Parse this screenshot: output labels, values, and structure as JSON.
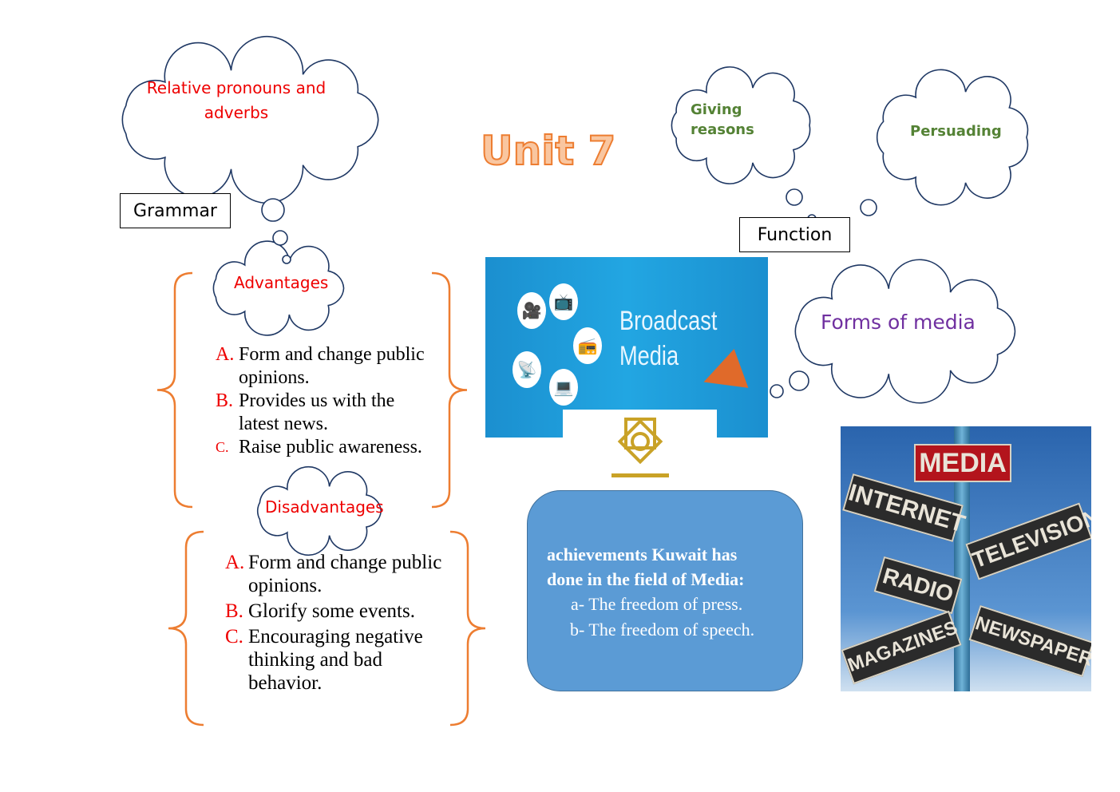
{
  "title": "Unit 7",
  "grammar": {
    "label": "Grammar",
    "cloud_text": [
      "Relative pronouns and",
      "adverbs"
    ]
  },
  "function": {
    "label": "Function",
    "clouds": [
      [
        "Giving",
        "reasons"
      ],
      [
        "Persuading"
      ]
    ]
  },
  "forms_of_media": "Forms of media",
  "broadcast_image": {
    "line1": "Broadcast",
    "line2": "Media"
  },
  "advantages": {
    "heading": "Advantages",
    "items": [
      {
        "marker": "A.",
        "text": "Form and change public",
        "cont": "opinions."
      },
      {
        "marker": "B.",
        "text": "Provides us with the",
        "cont": "latest news."
      },
      {
        "marker": "C.",
        "text": "Raise public awareness.",
        "cont": ""
      }
    ]
  },
  "disadvantages": {
    "heading": "Disadvantages",
    "items": [
      {
        "marker": "A.",
        "text": "Form and change public",
        "cont": "opinions."
      },
      {
        "marker": "B.",
        "text": "Glorify some events.",
        "cont": ""
      },
      {
        "marker": "C.",
        "text": "Encouraging negative",
        "cont": "thinking and bad",
        "cont2": "behavior."
      }
    ]
  },
  "achievements": {
    "heading1": "achievements Kuwait has",
    "heading2": "done in the field of Media:",
    "items": [
      "a-  The freedom of press.",
      "b- The freedom of speech."
    ]
  },
  "media_signpost": {
    "top": "MEDIA",
    "signs": [
      "INTERNET",
      "TELEVISION",
      "RADIO",
      "NEWSPAPERS",
      "MAGAZINES"
    ]
  },
  "colors": {
    "cloud_stroke": "#1f3864",
    "red": "#e00000",
    "green": "#548235",
    "purple": "#7030a0",
    "orange": "#ed7d31",
    "box_blue": "#5b9bd5"
  }
}
